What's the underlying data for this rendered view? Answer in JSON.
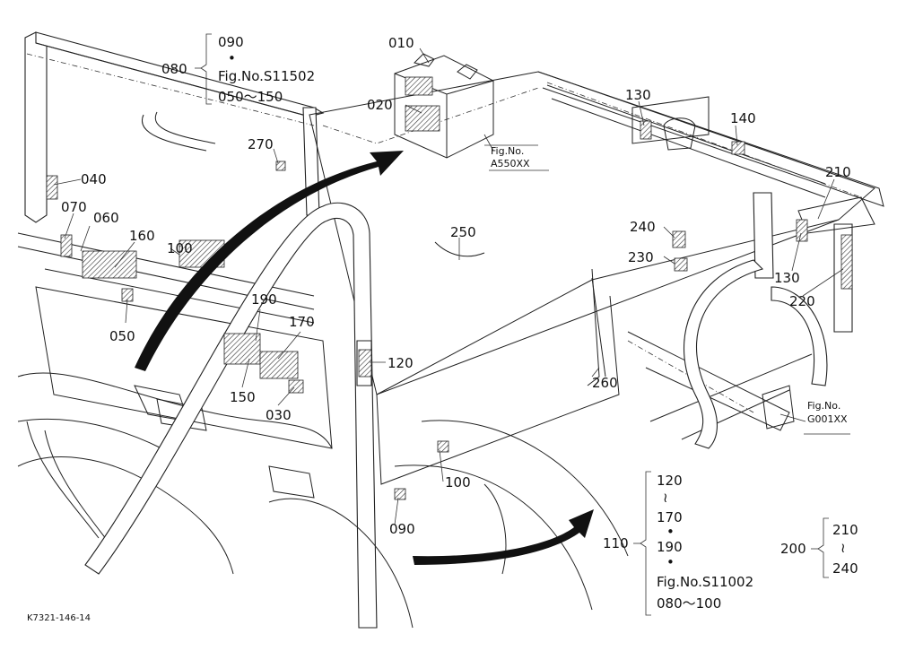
{
  "figure_code": "K7321-146-14",
  "callouts": {
    "c010": "010",
    "c020": "020",
    "c040": "040",
    "c050": "050",
    "c060": "060",
    "c070": "070",
    "c100a": "100",
    "c100b": "100",
    "c120": "120",
    "c130a": "130",
    "c130b": "130",
    "c140": "140",
    "c150": "150",
    "c160": "160",
    "c170": "170",
    "c190": "190",
    "c210": "210",
    "c220": "220",
    "c230": "230",
    "c240": "240",
    "c250": "250",
    "c260": "260",
    "c270": "270",
    "c030": "030",
    "c090b": "090"
  },
  "group_080": {
    "label": "080",
    "line1": "090",
    "dot": "•",
    "line2": "Fig.No.S11502",
    "line3": "050～150"
  },
  "group_110": {
    "label": "110",
    "line1": "120",
    "tilde": "≀",
    "line2": "170",
    "dot1": "•",
    "line3": "190",
    "dot2": "•",
    "line4": "Fig.No.S11002",
    "line5": "080～100"
  },
  "group_200": {
    "label": "200",
    "line1": "210",
    "tilde": "≀",
    "line2": "240"
  },
  "figref_battery": {
    "line1": "Fig.No.",
    "line2": "A550XX"
  },
  "figref_g001": {
    "line1": "Fig.No.",
    "line2": "G001XX"
  }
}
